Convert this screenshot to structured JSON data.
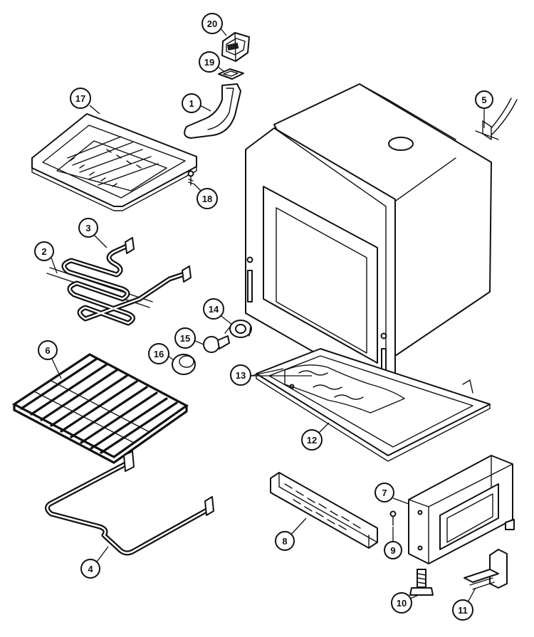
{
  "callouts": [
    {
      "id": "c1",
      "label": "1"
    },
    {
      "id": "c2",
      "label": "2"
    },
    {
      "id": "c3",
      "label": "3"
    },
    {
      "id": "c4",
      "label": "4"
    },
    {
      "id": "c5",
      "label": "5"
    },
    {
      "id": "c6",
      "label": "6"
    },
    {
      "id": "c7",
      "label": "7"
    },
    {
      "id": "c8",
      "label": "8"
    },
    {
      "id": "c9",
      "label": "9"
    },
    {
      "id": "c10",
      "label": "10"
    },
    {
      "id": "c11",
      "label": "11"
    },
    {
      "id": "c12",
      "label": "12"
    },
    {
      "id": "c13",
      "label": "13"
    },
    {
      "id": "c14",
      "label": "14"
    },
    {
      "id": "c15",
      "label": "15"
    },
    {
      "id": "c16",
      "label": "16"
    },
    {
      "id": "c17",
      "label": "17"
    },
    {
      "id": "c18",
      "label": "18"
    },
    {
      "id": "c19",
      "label": "19"
    },
    {
      "id": "c20",
      "label": "20"
    }
  ],
  "colors": {
    "ink": "#111111",
    "paper": "#ffffff"
  }
}
